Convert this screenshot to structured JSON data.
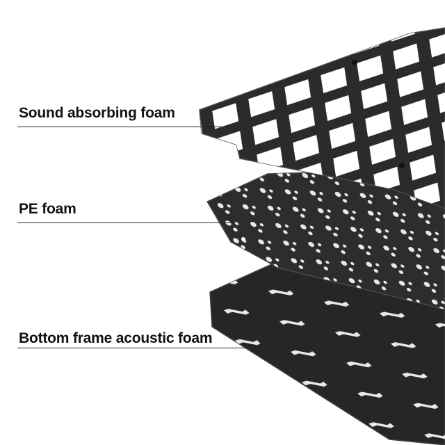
{
  "labels": [
    {
      "text": "Sound absorbing foam"
    },
    {
      "text": "PE foam"
    },
    {
      "text": "Bottom frame acoustic foam"
    }
  ],
  "colors": {
    "plate": "#2a2a2a",
    "plate_edge": "#444444",
    "text": "#111111",
    "background": "#ffffff"
  }
}
